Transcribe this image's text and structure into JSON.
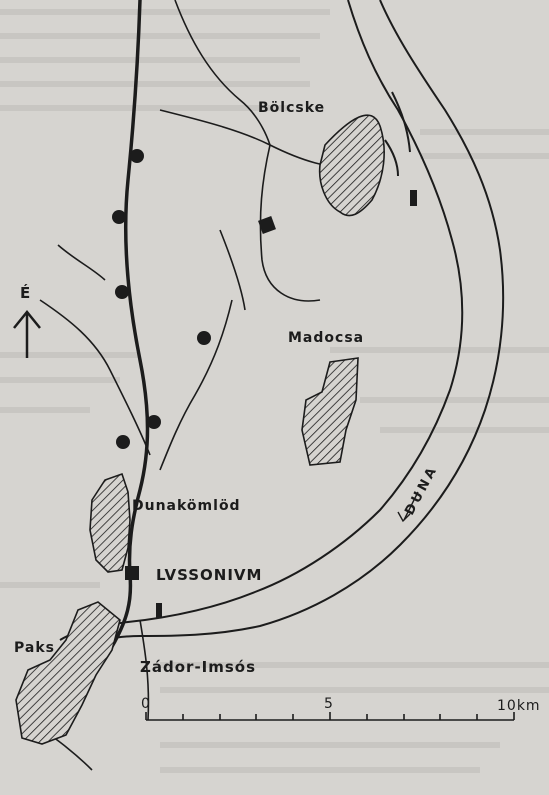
{
  "places": {
    "bolcske": "Bölcske",
    "madocsa": "Madocsa",
    "dunakomlod": "Dunakömlöd",
    "lussonium": "LVSSONIVM",
    "paks": "Paks",
    "zador": "Zádor-Imsós"
  },
  "river": {
    "name": "DUNA"
  },
  "north": {
    "label": "É"
  },
  "scale": {
    "ticks": [
      "0",
      "5",
      "10km"
    ]
  },
  "colors": {
    "ink": "#1c1c1c",
    "paper": "#d6d4d0"
  }
}
